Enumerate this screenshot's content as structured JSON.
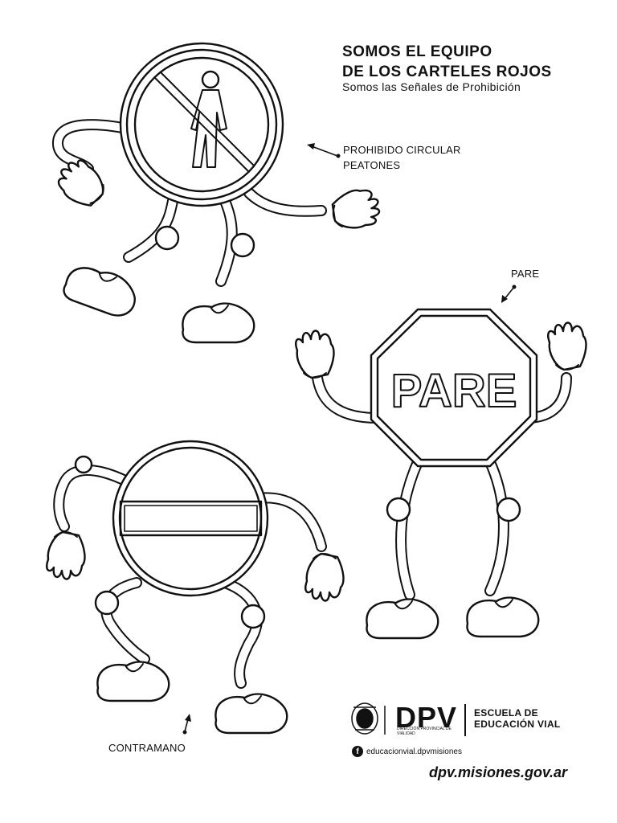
{
  "header": {
    "title_line1": "SOMOS EL EQUIPO",
    "title_line2": "DE LOS CARTELES ROJOS",
    "subtitle": "Somos las Señales de Prohibición"
  },
  "captions": {
    "prohibido_line1": "PROHIBIDO CIRCULAR",
    "prohibido_line2": "PEATONES",
    "pare": "PARE",
    "contramano": "CONTRAMANO"
  },
  "signs": {
    "pare_text": "PARE"
  },
  "footer": {
    "brand": "DPV",
    "brand_sub": "DIRECCIÓN PROVINCIAL DE VIALIDAD",
    "escuela_line1": "ESCUELA DE",
    "escuela_line2": "EDUCACIÓN VIAL",
    "facebook_icon": "facebook-icon",
    "facebook_handle": "educacionvial.dpvmisiones",
    "website": "dpv.misiones.gov.ar"
  }
}
